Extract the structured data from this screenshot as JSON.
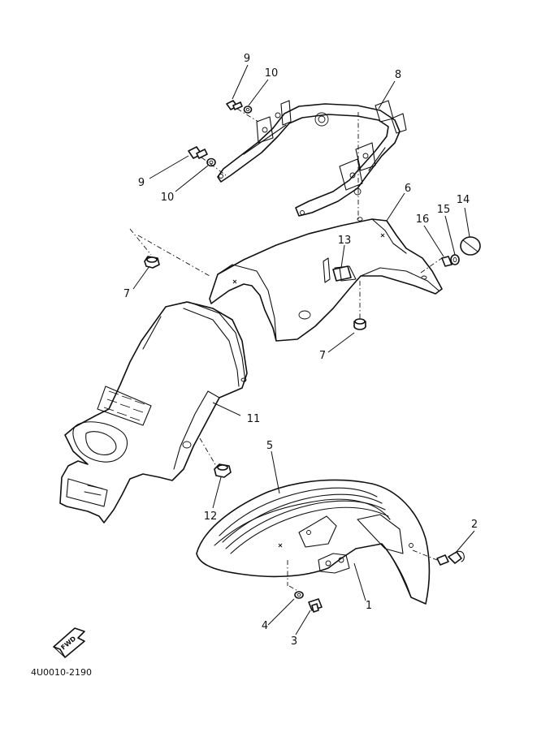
{
  "diagram": {
    "drawing_code": "4U0010-2190",
    "fwd_label": "FWD",
    "callouts": {
      "c1": "1",
      "c2": "2",
      "c3": "3",
      "c4": "4",
      "c5": "5",
      "c6": "6",
      "c7a": "7",
      "c7b": "7",
      "c8": "8",
      "c9a": "9",
      "c9b": "9",
      "c10a": "10",
      "c10b": "10",
      "c11": "11",
      "c12": "12",
      "c13": "13",
      "c14": "14",
      "c15": "15",
      "c16": "16"
    }
  }
}
